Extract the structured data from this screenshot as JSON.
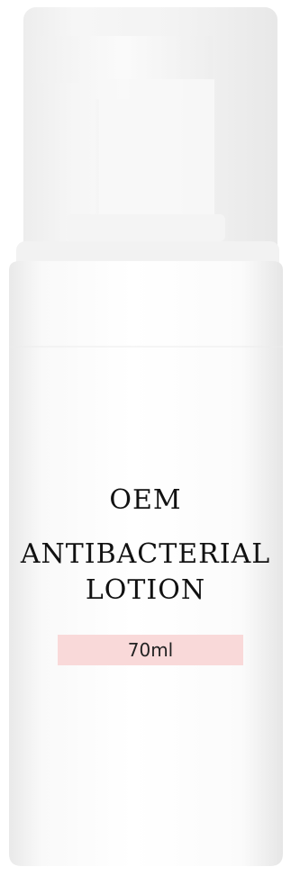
{
  "product": {
    "brand": "OEM",
    "name_line1": "ANTIBACTERIAL",
    "name_line2": "LOTION",
    "volume": "70ml"
  },
  "colors": {
    "background": "#ffffff",
    "bottle": "#ffffff",
    "cap": "#f2f2f2",
    "volume_band": "#f9d9d9",
    "text": "#111111"
  }
}
